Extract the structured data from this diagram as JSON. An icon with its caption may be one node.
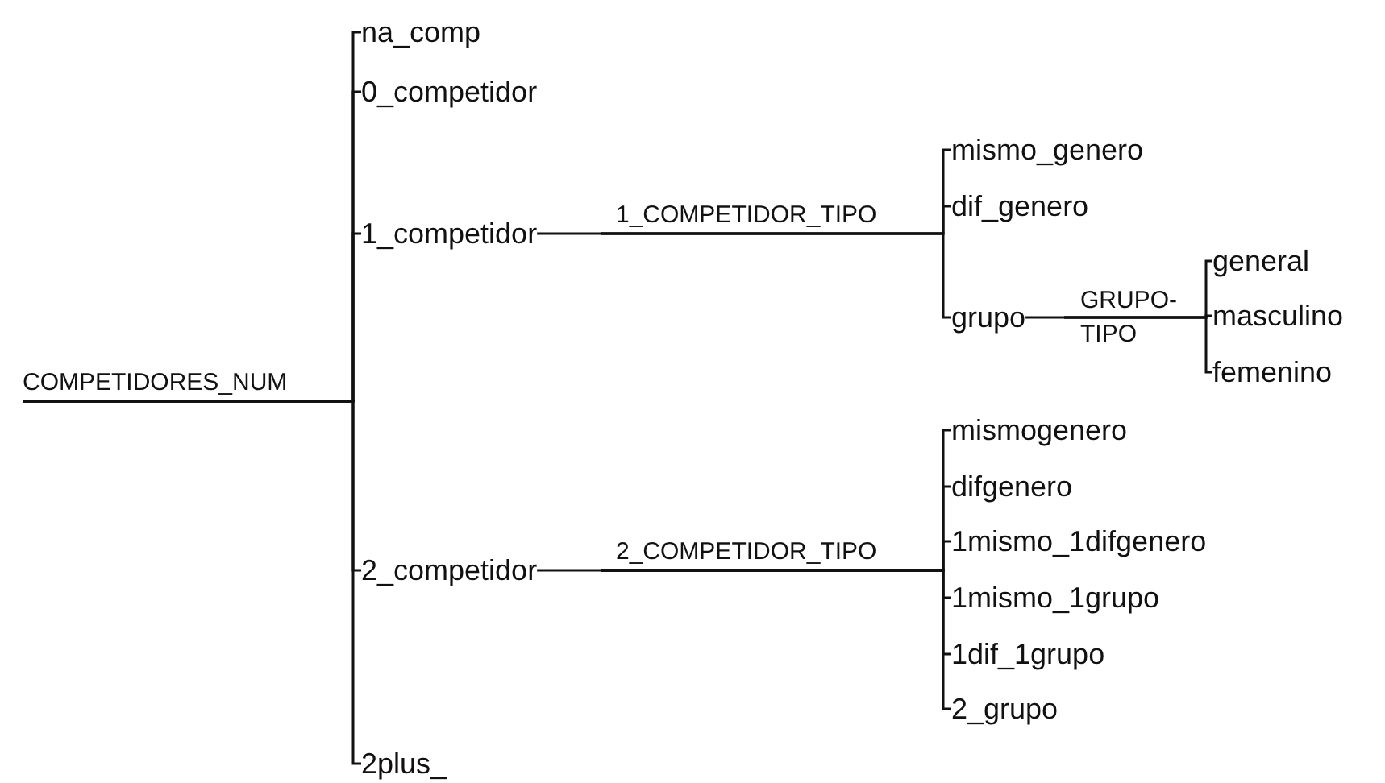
{
  "diagram": {
    "nodes": [
      {
        "text": [
          "COMPETIDORES_NUM"
        ]
      },
      {
        "text": [
          "na_comp"
        ]
      },
      {
        "text": [
          "0_competidor"
        ]
      },
      {
        "text": [
          "1_competidor"
        ]
      },
      {
        "text": [
          "1_COMPETIDOR_TIPO"
        ]
      },
      {
        "text": [
          "mismo_genero"
        ]
      },
      {
        "text": [
          "dif_genero"
        ]
      },
      {
        "text": [
          "grupo"
        ]
      },
      {
        "text": [
          "GRUPO- TIPO"
        ]
      },
      {
        "text": [
          "general"
        ]
      },
      {
        "text": [
          "masculino"
        ]
      },
      {
        "text": [
          "femenino"
        ]
      },
      {
        "text": [
          "2_competidor"
        ]
      },
      {
        "text": [
          "2_COMPETIDOR_TIPO"
        ]
      },
      {
        "text": [
          "mismogenero"
        ]
      },
      {
        "text": [
          "difgenero"
        ]
      },
      {
        "text": [
          "1mismo_1difgenero"
        ]
      },
      {
        "text": [
          "1mismo_1grupo"
        ]
      },
      {
        "text": [
          "1dif_1grupo"
        ]
      },
      {
        "text": [
          "2_grupo"
        ]
      },
      {
        "text": [
          "2plus_"
        ]
      }
    ],
    "edges": [
      {
        "from": 0,
        "to": 1,
        "arrow": "none"
      },
      {
        "from": 0,
        "to": 2,
        "arrow": "none"
      },
      {
        "from": 0,
        "to": 3,
        "arrow": "none"
      },
      {
        "from": 0,
        "to": 12,
        "arrow": "none"
      },
      {
        "from": 0,
        "to": 20,
        "arrow": "none"
      },
      {
        "from": 3,
        "to": 4,
        "arrow": "none"
      },
      {
        "from": 4,
        "to": 5,
        "arrow": "none"
      },
      {
        "from": 4,
        "to": 6,
        "arrow": "none"
      },
      {
        "from": 4,
        "to": 7,
        "arrow": "none"
      },
      {
        "from": 7,
        "to": 8,
        "arrow": "none"
      },
      {
        "from": 8,
        "to": 9,
        "arrow": "none"
      },
      {
        "from": 8,
        "to": 10,
        "arrow": "none"
      },
      {
        "from": 8,
        "to": 11,
        "arrow": "none"
      },
      {
        "from": 12,
        "to": 13,
        "arrow": "none"
      },
      {
        "from": 13,
        "to": 14,
        "arrow": "none"
      },
      {
        "from": 13,
        "to": 15,
        "arrow": "none"
      },
      {
        "from": 13,
        "to": 16,
        "arrow": "none"
      },
      {
        "from": 13,
        "to": 17,
        "arrow": "none"
      },
      {
        "from": 13,
        "to": 18,
        "arrow": "none"
      },
      {
        "from": 13,
        "to": 19,
        "arrow": "none"
      }
    ]
  }
}
